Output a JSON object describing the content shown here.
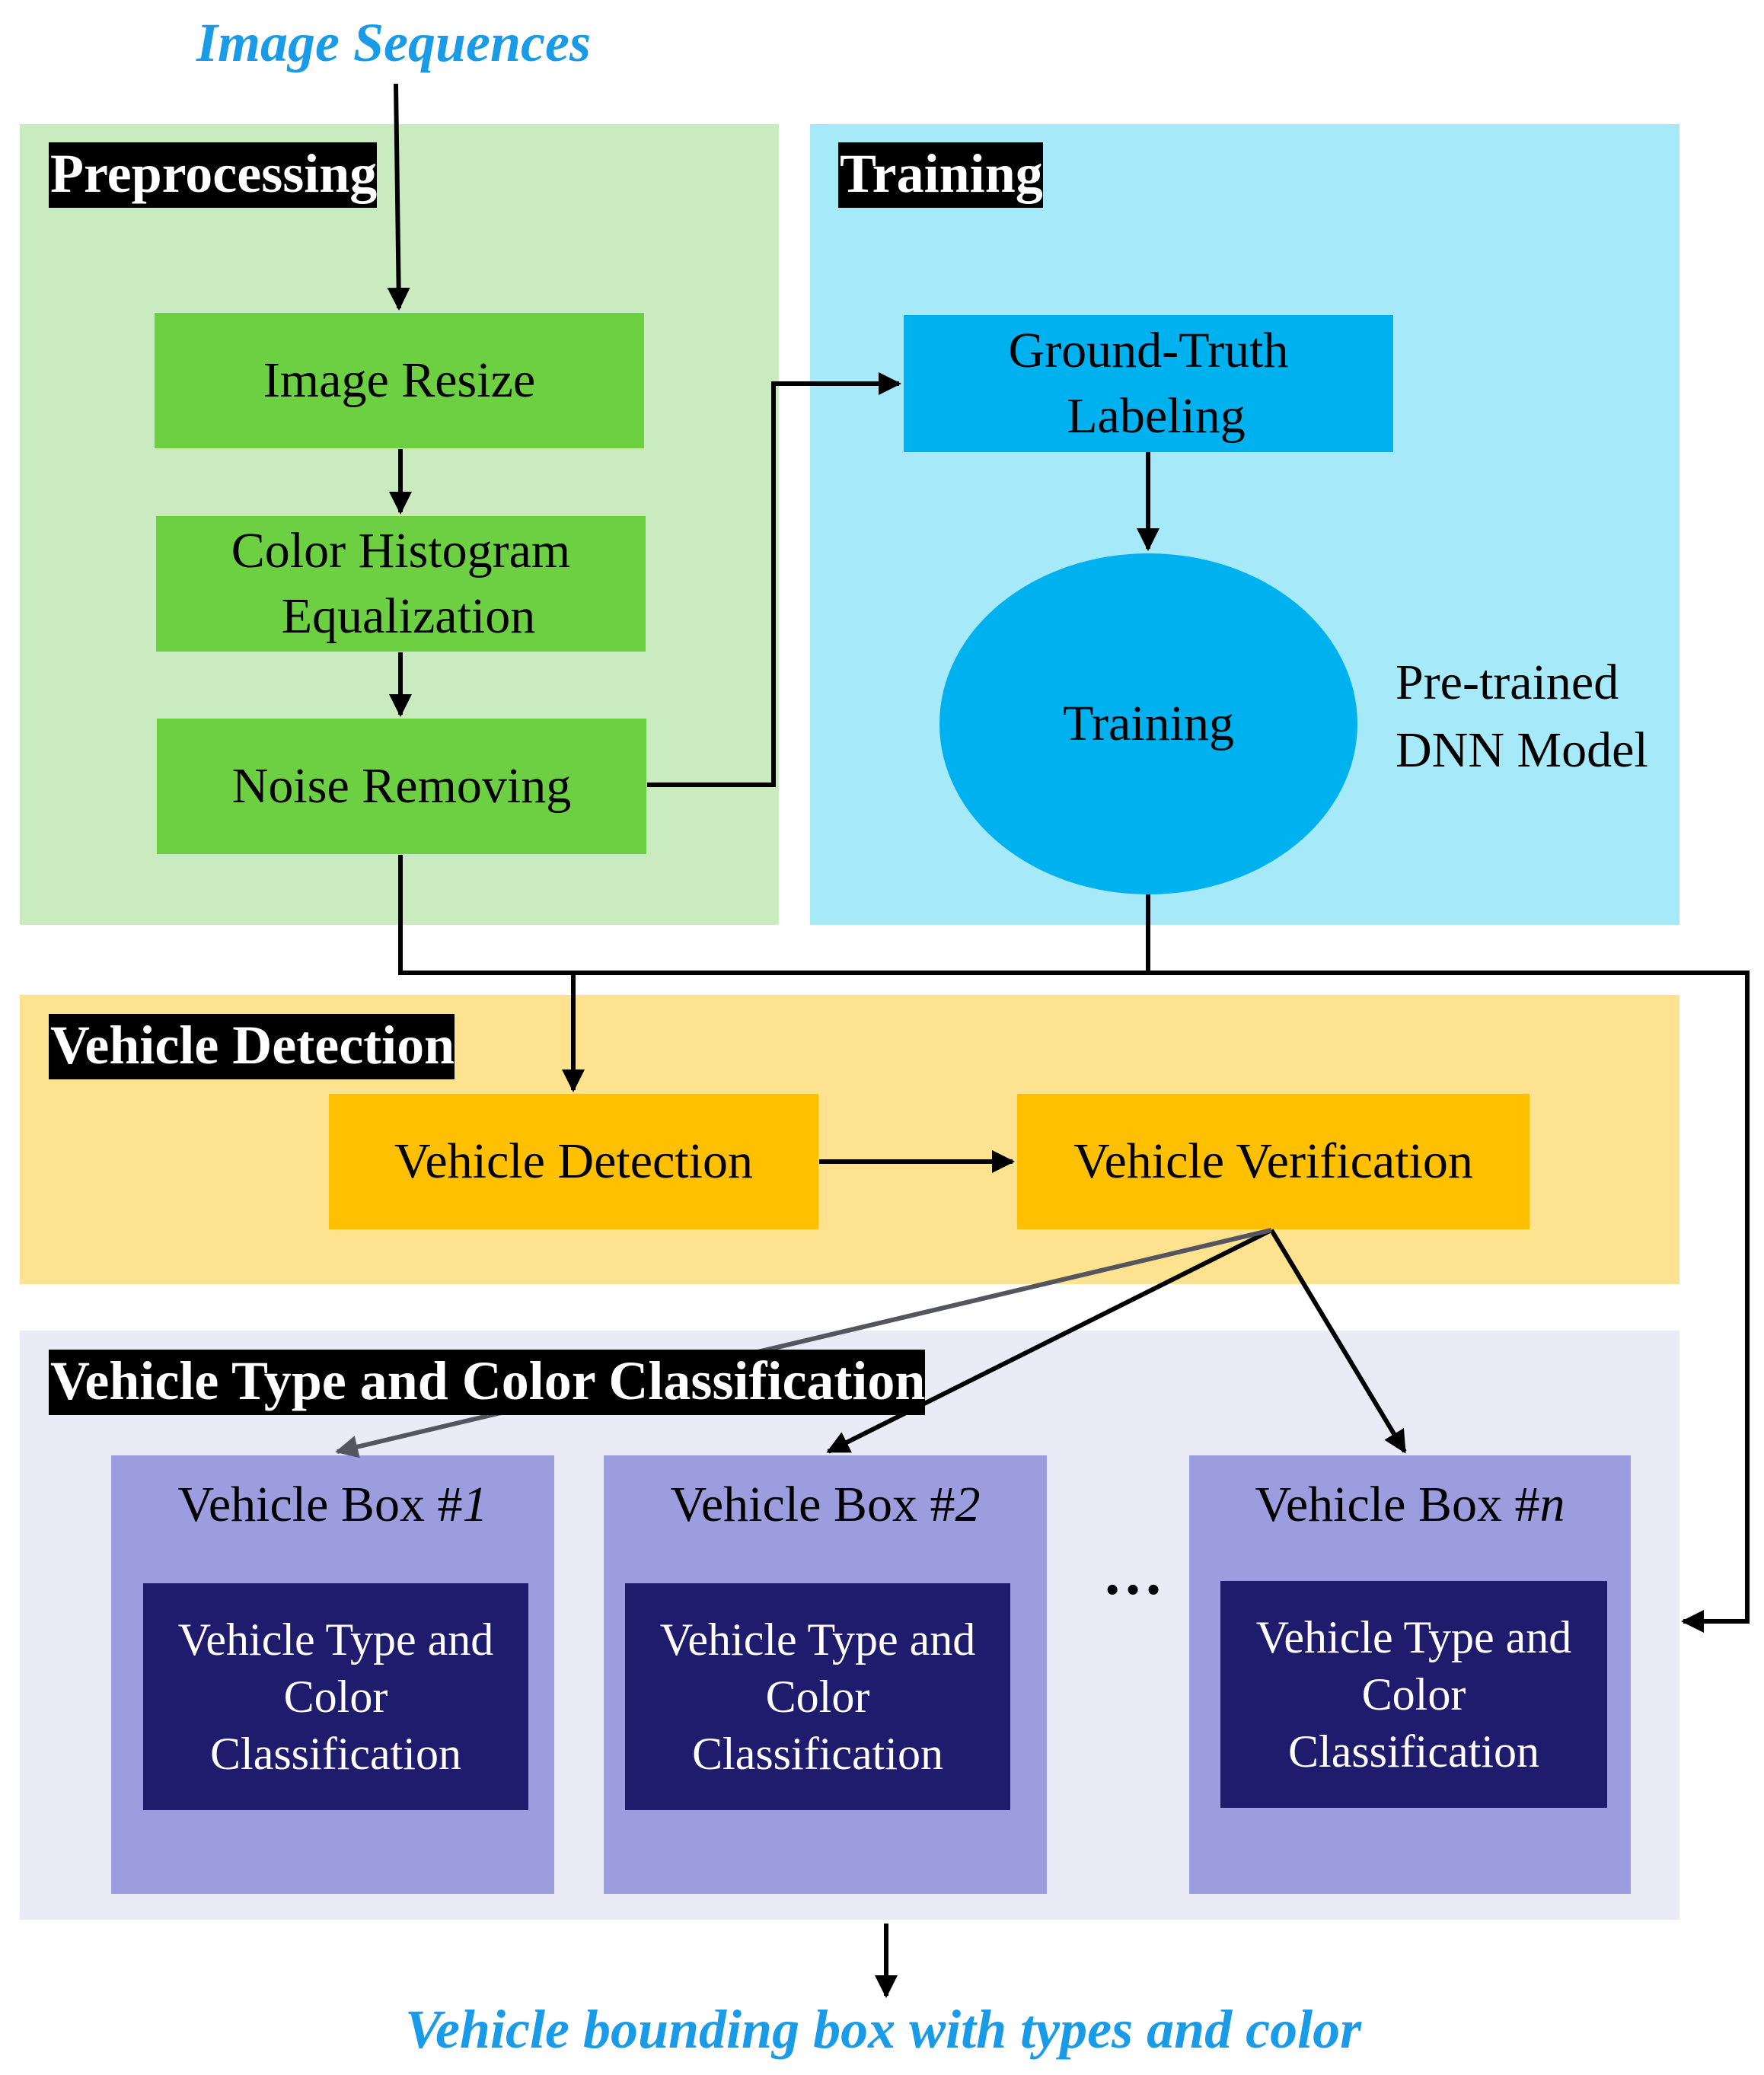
{
  "io": {
    "input": "Image Sequences",
    "output": "Vehicle bounding box with types and color"
  },
  "sections": {
    "preprocessing": "Preprocessing",
    "training": "Training",
    "vehicle_detection": "Vehicle Detection",
    "classification": "Vehicle Type and Color Classification"
  },
  "nodes": {
    "image_resize": "Image Resize",
    "color_hist_line1": "Color Histogram",
    "color_hist_line2": "Equalization",
    "noise_removing": "Noise Removing",
    "ground_truth_line1": "Ground-Truth",
    "ground_truth_line2": "Labeling",
    "training": "Training",
    "pretrained_line1": "Pre-trained",
    "pretrained_line2": "DNN Model",
    "vehicle_detection": "Vehicle Detection",
    "vehicle_verification": "Vehicle Verification"
  },
  "vehicle_boxes": [
    {
      "prefix": "Vehicle Box #",
      "num": "1"
    },
    {
      "prefix": "Vehicle Box #",
      "num": "2"
    },
    {
      "prefix": "Vehicle Box #",
      "num": "n"
    }
  ],
  "classifier": {
    "line1": "Vehicle Type and",
    "line2": "Color",
    "line3": "Classification"
  },
  "ellipsis": "…",
  "colors": {
    "preprocessing_bg": "#c9ebbf",
    "preprocessing_box": "#6dd043",
    "training_bg": "#a6e9f8",
    "training_box": "#00b1f0",
    "detection_bg": "#fde28f",
    "detection_box": "#fec000",
    "classification_bg": "#ebebf7",
    "vehicle_box": "#9b9dde",
    "classifier_box": "#1f1c6d",
    "io_text": "#1a9be8"
  }
}
